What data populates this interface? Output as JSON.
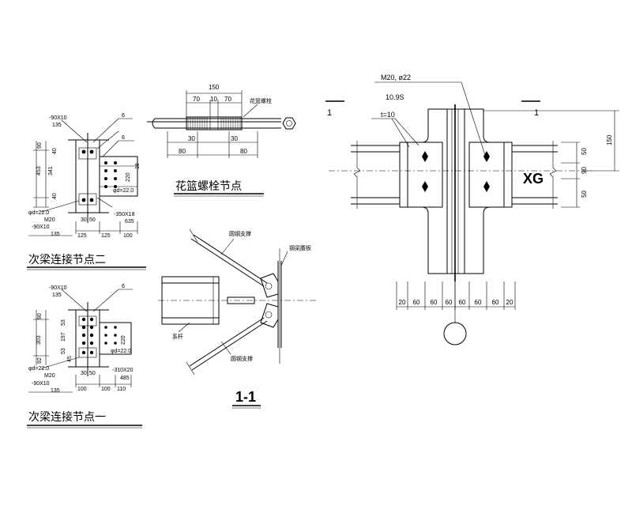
{
  "titles": {
    "secondary_beam_2": "次梁连接节点二",
    "turnbuckle": "花篮螺栓节点",
    "secondary_beam_1": "次梁连接节点一",
    "section": "1-1"
  },
  "tl_labels": {
    "plate_top": "-90X10",
    "plate_top_len": "135",
    "weld_a": "6",
    "weld_b": "6",
    "d90": "90",
    "d453": "453",
    "d341": "341",
    "d40a": "40",
    "d40b": "40",
    "d220": "220",
    "d18": "18",
    "hole_r": "φd=22.0",
    "hole_l": "φd=22.0",
    "bolt": "M20",
    "plate_bot": "-90X10",
    "plate_bot_len": "135",
    "d30a": "30",
    "d50": "50",
    "d125a": "125",
    "d125b": "125",
    "d100": "100",
    "end_plate": "-350X18",
    "end_len": "635"
  },
  "bl_labels": {
    "plate_top": "-90X10",
    "plate_top_len": "135",
    "weld": "6",
    "d90": "90",
    "d303": "303",
    "d92": "92",
    "d53": "53",
    "d197": "197",
    "d53b": "53",
    "d45": "45",
    "d220": "220",
    "hole_r": "φd=22.0",
    "hole_l": "φd=22.0",
    "bolt": "M20",
    "plate_bot": "-90X10",
    "plate_bot_len": "135",
    "d30": "30",
    "d50": "50",
    "d100a": "100",
    "d100b": "100",
    "d110": "110",
    "end_plate": "-310X20",
    "end_len": "485"
  },
  "tb_labels": {
    "total": "150",
    "d70a": "70",
    "d10": "10",
    "d70b": "70",
    "d30a": "30",
    "d30b": "30",
    "d80a": "80",
    "d80b": "80",
    "callout": "花篮螺栓"
  },
  "sec_labels": {
    "brace_top": "圆钢支撑",
    "brace_bot": "圆钢支撑",
    "gusset": "钢梁腹板",
    "tie": "系杆"
  },
  "right_labels": {
    "bolt_spec": "M20, ø22",
    "grade": "10.9S",
    "thk": "t=10",
    "sec_left": "1",
    "sec_right": "1",
    "member": "XG",
    "d150": "150",
    "d50a": "50",
    "d90": "90",
    "d50b": "50",
    "bottom_dims": [
      "20",
      "60",
      "60",
      "60",
      "60",
      "60",
      "60",
      "20"
    ]
  }
}
